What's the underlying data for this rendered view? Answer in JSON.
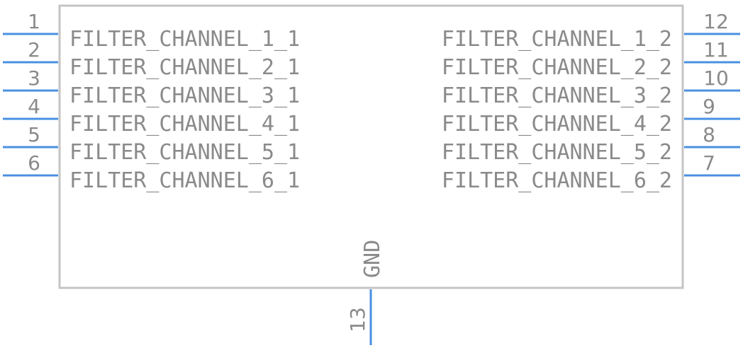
{
  "component": {
    "left_pins": [
      {
        "number": "1",
        "name": "FILTER_CHANNEL_1_1"
      },
      {
        "number": "2",
        "name": "FILTER_CHANNEL_2_1"
      },
      {
        "number": "3",
        "name": "FILTER_CHANNEL_3_1"
      },
      {
        "number": "4",
        "name": "FILTER_CHANNEL_4_1"
      },
      {
        "number": "5",
        "name": "FILTER_CHANNEL_5_1"
      },
      {
        "number": "6",
        "name": "FILTER_CHANNEL_6_1"
      }
    ],
    "right_pins": [
      {
        "number": "12",
        "name": "FILTER_CHANNEL_1_2"
      },
      {
        "number": "11",
        "name": "FILTER_CHANNEL_2_2"
      },
      {
        "number": "10",
        "name": "FILTER_CHANNEL_3_2"
      },
      {
        "number": "9",
        "name": "FILTER_CHANNEL_4_2"
      },
      {
        "number": "8",
        "name": "FILTER_CHANNEL_5_2"
      },
      {
        "number": "7",
        "name": "FILTER_CHANNEL_6_2"
      }
    ],
    "bottom_pin": {
      "number": "13",
      "name": "GND"
    }
  },
  "colors": {
    "pin_line": "#4a90e2",
    "body_outline": "#c4c4c4",
    "text": "#8a8a8a"
  }
}
